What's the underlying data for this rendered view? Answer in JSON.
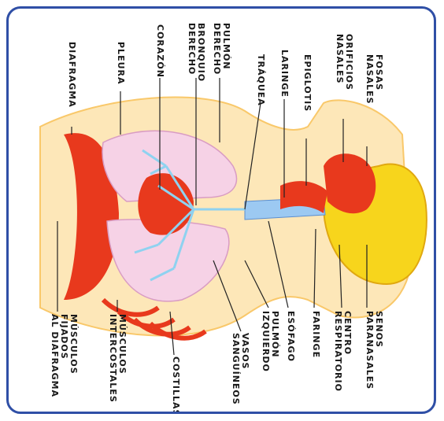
{
  "colors": {
    "frame": "#2f4fa6",
    "muscle": "#e8391d",
    "lung": "#f6d2e6",
    "bronchi": "#8fd2f0",
    "brain": "#f7d51c",
    "skin": "#f9c86a",
    "line": "#222222"
  },
  "labels": {
    "pulmon_derecho": [
      "PULMÓN",
      "DERECHO"
    ],
    "bronquio_derecho": [
      "BRONQUIO",
      "DERECHO"
    ],
    "corazon": [
      "CORAZÓN"
    ],
    "pleura": [
      "PLEURA"
    ],
    "diafragma": [
      "DIAFRAGMA"
    ],
    "traquea": [
      "TRÁQUEA"
    ],
    "laringe": [
      "LARINGE"
    ],
    "epiglotis": [
      "EPIGLOTIS"
    ],
    "orificios_nasales": [
      "ORIFICIOS",
      "NASALES"
    ],
    "fosas_nasales": [
      "FOSAS",
      "NASALES"
    ],
    "senos_paranasales": [
      "SENOS",
      "PARANASALES"
    ],
    "centro_respiratorio": [
      "CENTRO",
      "RESPIRATORIO"
    ],
    "faringe": [
      "FARINGE"
    ],
    "esofago": [
      "ESÓFAGO"
    ],
    "pulmon_izquierdo": [
      "PULMÓN",
      "IZQUIERDO"
    ],
    "vasos_sanguineos": [
      "VASOS",
      "SANGUÍNEOS"
    ],
    "costillas": [
      "COSTILLAS"
    ],
    "musculos_intercostales": [
      "MÚSCULOS",
      "INTERCOSTALES"
    ],
    "musculos_fijados": [
      "MÚSCULOS",
      "FIJADOS",
      "AL DIAFRAGMA"
    ]
  }
}
